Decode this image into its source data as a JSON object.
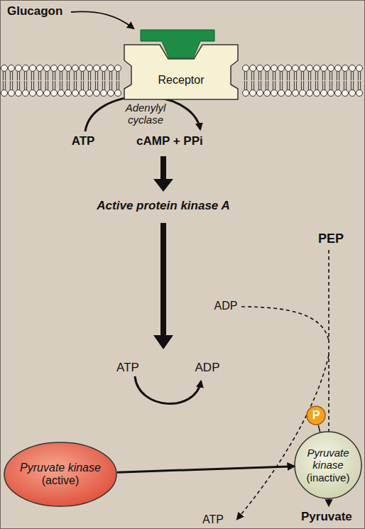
{
  "diagram": {
    "nodes": [
      {
        "text": [
          "Receptor"
        ]
      },
      {
        "text": [
          "Pyruvate kinase",
          "(active)"
        ]
      },
      {
        "text": [
          "P"
        ]
      },
      {
        "text": [
          "Pyruvate kinase",
          "(inactive)"
        ]
      }
    ],
    "edges": [
      {
        "from": 1,
        "to": 3,
        "arrow": "to"
      },
      {
        "from": 2,
        "to": 3,
        "arrow": "none"
      }
    ],
    "labels": [
      "Glucagon",
      "Adenylyl cyclase",
      "ATP",
      "cAMP + PPi",
      "Active protein kinase A",
      "PEP",
      "ADP",
      "ATP",
      "ADP",
      "ATP",
      "Pyruvate"
    ]
  }
}
